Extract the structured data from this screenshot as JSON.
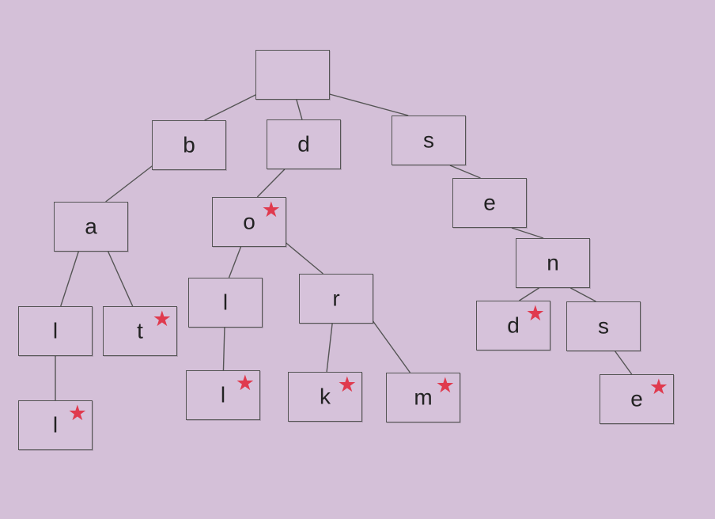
{
  "colors": {
    "background": "#d4c0d8",
    "edge": "#555555",
    "star": "#e03a4e"
  },
  "tree": {
    "nodes": [
      {
        "id": "root",
        "label": "",
        "end": false
      },
      {
        "id": "b",
        "label": "b",
        "end": false
      },
      {
        "id": "d",
        "label": "d",
        "end": false
      },
      {
        "id": "s",
        "label": "s",
        "end": false
      },
      {
        "id": "ba",
        "label": "a",
        "end": false
      },
      {
        "id": "do",
        "label": "o",
        "end": true
      },
      {
        "id": "se",
        "label": "e",
        "end": false
      },
      {
        "id": "bal",
        "label": "l",
        "end": false
      },
      {
        "id": "bat",
        "label": "t",
        "end": true
      },
      {
        "id": "dol",
        "label": "l",
        "end": false
      },
      {
        "id": "dor",
        "label": "r",
        "end": false
      },
      {
        "id": "sen",
        "label": "n",
        "end": false
      },
      {
        "id": "ball",
        "label": "l",
        "end": true
      },
      {
        "id": "doll",
        "label": "l",
        "end": true
      },
      {
        "id": "dork",
        "label": "k",
        "end": true
      },
      {
        "id": "dorm",
        "label": "m",
        "end": true
      },
      {
        "id": "send",
        "label": "d",
        "end": true
      },
      {
        "id": "sens",
        "label": "s",
        "end": false
      },
      {
        "id": "sense",
        "label": "e",
        "end": true
      }
    ],
    "edges": [
      [
        "root",
        "b"
      ],
      [
        "root",
        "d"
      ],
      [
        "root",
        "s"
      ],
      [
        "b",
        "ba"
      ],
      [
        "d",
        "do"
      ],
      [
        "s",
        "se"
      ],
      [
        "ba",
        "bal"
      ],
      [
        "ba",
        "bat"
      ],
      [
        "bal",
        "ball"
      ],
      [
        "do",
        "dol"
      ],
      [
        "do",
        "dor"
      ],
      [
        "dol",
        "doll"
      ],
      [
        "dor",
        "dork"
      ],
      [
        "dor",
        "dorm"
      ],
      [
        "se",
        "sen"
      ],
      [
        "sen",
        "send"
      ],
      [
        "sen",
        "sens"
      ],
      [
        "sens",
        "sense"
      ]
    ]
  }
}
